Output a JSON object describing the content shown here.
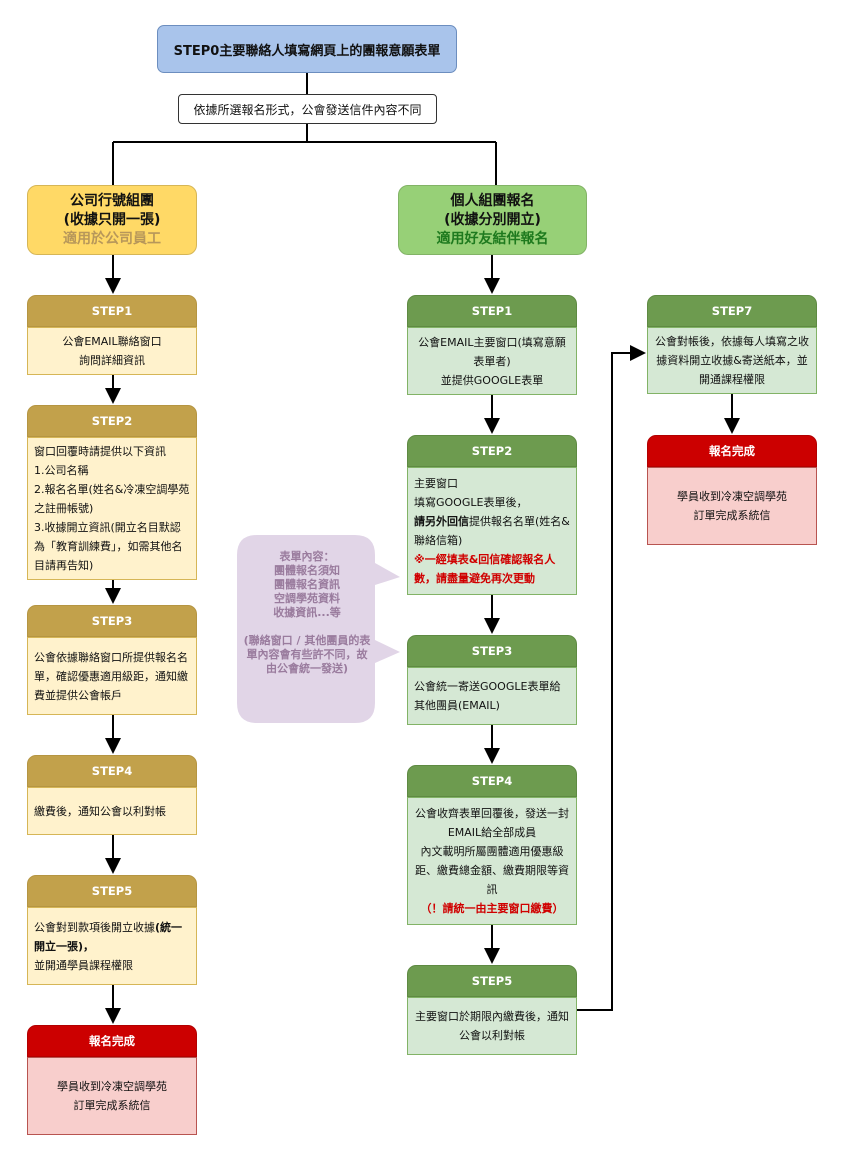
{
  "title": "STEP0主要聯絡人填寫網頁上的團報意願表單",
  "branch_note": "依據所選報名形式，公會發送信件內容不同",
  "left": {
    "header": [
      "公司行號組團",
      "(收據只開一張)"
    ],
    "header_sub": "適用於公司員工",
    "steps": [
      {
        "label": "STEP1",
        "lines": [
          "公會EMAIL聯絡窗口",
          "詢問詳細資訊"
        ]
      },
      {
        "label": "STEP2",
        "lines": [
          "窗口回覆時請提供以下資訊",
          "1.公司名稱",
          "2.報名名單(姓名&冷凍空調學苑之註冊帳號)",
          "3.收據開立資訊(開立名目默認為「教育訓練費」，如需其他名目請再告知)"
        ]
      },
      {
        "label": "STEP3",
        "lines": [
          "公會依據聯絡窗口所提供報名名單，確認優惠適用級距，通知繳費並提供公會帳戶"
        ]
      },
      {
        "label": "STEP4",
        "lines": [
          "繳費後，通知公會以利對帳"
        ]
      },
      {
        "label": "STEP5",
        "text_a": "公會對到款項後開立收據",
        "text_bold": "(統一開立一張)，",
        "text_b": "並開通學員課程權限"
      }
    ],
    "done": {
      "label": "報名完成",
      "lines": [
        "學員收到冷凍空調學苑",
        "訂單完成系統信"
      ]
    }
  },
  "right": {
    "header": [
      "個人組團報名",
      "(收據分別開立)"
    ],
    "header_sub": "適用好友結伴報名",
    "steps": [
      {
        "label": "STEP1",
        "lines": [
          "公會EMAIL主要窗口(填寫意願表單者)",
          "並提供GOOGLE表單"
        ]
      },
      {
        "label": "STEP2",
        "line1": "主要窗口",
        "line2": "填寫GOOGLE表單後，",
        "bold": "請另外回信",
        "rest": "提供報名名單(姓名&聯絡信箱)",
        "warning": "※一經填表&回信確認報名人數，請盡量避免再次更動"
      },
      {
        "label": "STEP3",
        "lines": [
          "公會統一寄送GOOGLE表單給其他團員(EMAIL)"
        ]
      },
      {
        "label": "STEP4",
        "lines": [
          "公會收齊表單回覆後，發送一封EMAIL給全部成員",
          "內文載明所屬團體適用優惠級距、繳費總金額、繳費期限等資訊"
        ],
        "warning": "（！請統一由主要窗口繳費）"
      },
      {
        "label": "STEP5",
        "lines": [
          "主要窗口於期限內繳費後，通知公會以利對帳"
        ]
      }
    ],
    "step7": {
      "label": "STEP7",
      "lines": [
        "公會對帳後，依據每人填寫之收據資料開立收據&寄送紙本，並開通課程權限"
      ]
    },
    "done": {
      "label": "報名完成",
      "lines": [
        "學員收到冷凍空調學苑",
        "訂單完成系統信"
      ]
    }
  },
  "callout": {
    "lines": [
      "表單內容：",
      "團體報名須知",
      "團體報名資訊",
      "空調學苑資料",
      "收據資訊...等",
      "",
      "(聯絡窗口 / 其他團員的表單內容會有些許不同，故由公會統一發送)"
    ]
  }
}
